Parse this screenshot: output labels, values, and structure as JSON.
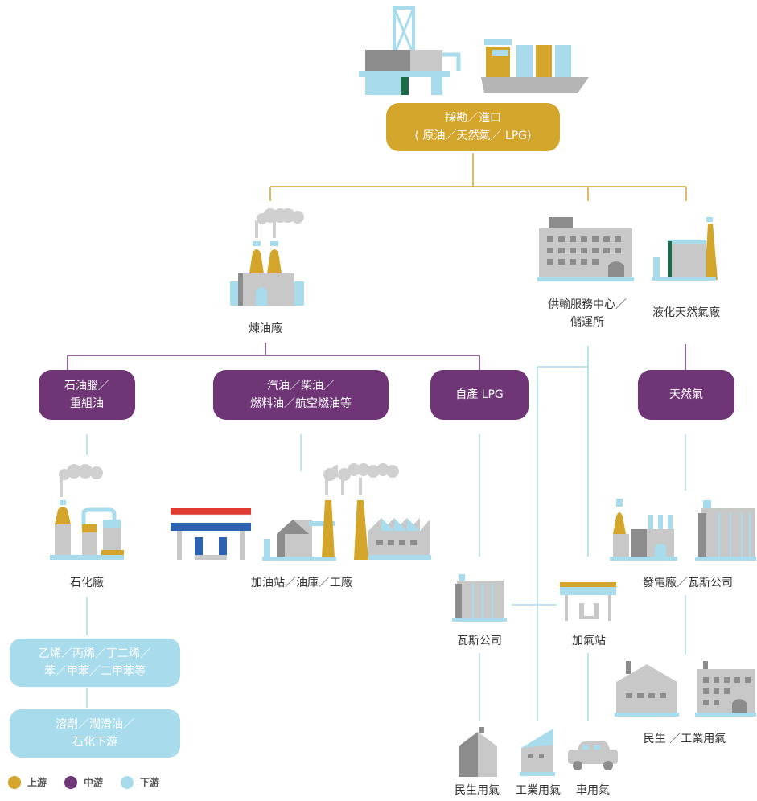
{
  "nodes": {
    "explore": {
      "line1": "採勘／進口",
      "line2": "( 原油／天然氣／ LPG)"
    },
    "refinery": "煉油廠",
    "supply_center": {
      "line1": "供輸服務中心／",
      "line2": "儲運所"
    },
    "lng_plant": "液化天然氣廠",
    "naphtha": {
      "line1": "石油腦／",
      "line2": "重組油"
    },
    "fuels": {
      "line1": "汽油／柴油／",
      "line2": "燃料油／航空燃油等"
    },
    "own_lpg": "自產 LPG",
    "natural_gas": "天然氣",
    "petrochem_plant": "石化廠",
    "gas_station_depot": "加油站／油庫／工廠",
    "power_gas_co": "發電廠／瓦斯公司",
    "olefins": {
      "line1": "乙烯／丙烯／丁二烯／",
      "line2": "苯／甲苯／二甲苯等"
    },
    "solvents": {
      "line1": "溶劑／潤滑油／",
      "line2": "石化下游"
    },
    "gas_company": "瓦斯公司",
    "lpg_station": "加氣站",
    "civil_gas": "民生用氣",
    "industrial_gas": "工業用氣",
    "vehicle_gas": "車用氣",
    "civil_industrial_gas": "民生 ／工業用氣"
  },
  "legend": [
    {
      "label": "上游",
      "color": "#d4a52b"
    },
    {
      "label": "中游",
      "color": "#6f3577"
    },
    {
      "label": "下游",
      "color": "#a8dcec"
    }
  ],
  "colors": {
    "upstream": "#d4a52b",
    "midstream": "#6f3577",
    "downstream": "#a8dcec",
    "gray": "#b5b5b5",
    "darkgray": "#8c8c8c"
  },
  "icons": [
    "oil-rig-icon",
    "tanker-ship-icon",
    "refinery-icon",
    "office-building-icon",
    "lng-plant-icon",
    "petrochemical-plant-icon",
    "gas-station-icon",
    "depot-icon",
    "factory-icon",
    "power-plant-icon",
    "gas-company-icon",
    "lpg-station-icon",
    "house-icon",
    "small-factory-icon",
    "car-icon"
  ]
}
